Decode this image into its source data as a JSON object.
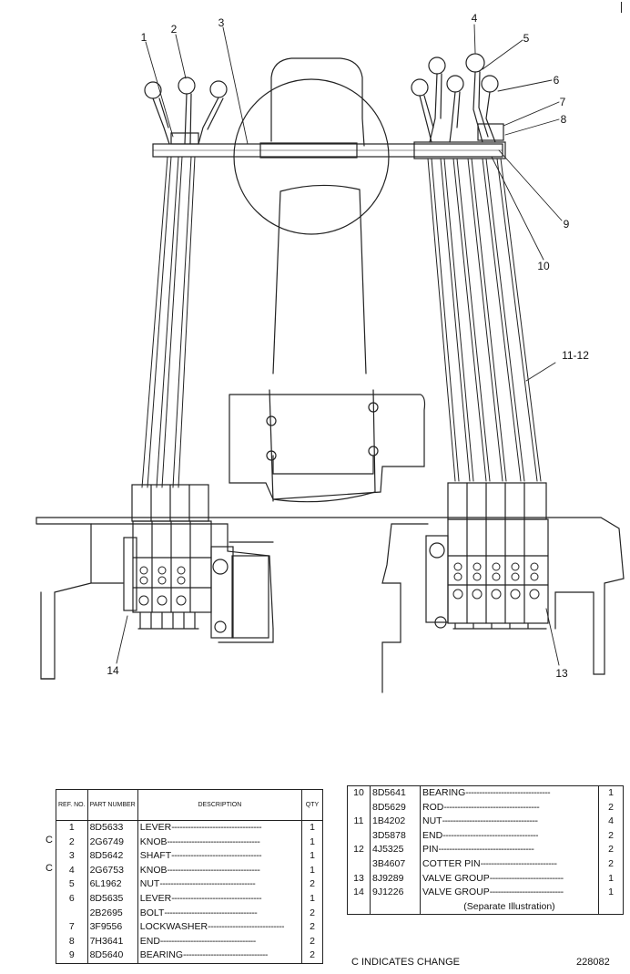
{
  "callouts": [
    {
      "id": "c1",
      "label": "1"
    },
    {
      "id": "c2",
      "label": "2"
    },
    {
      "id": "c3",
      "label": "3"
    },
    {
      "id": "c4",
      "label": "4"
    },
    {
      "id": "c5",
      "label": "5"
    },
    {
      "id": "c6",
      "label": "6"
    },
    {
      "id": "c7",
      "label": "7"
    },
    {
      "id": "c8",
      "label": "8"
    },
    {
      "id": "c9",
      "label": "9"
    },
    {
      "id": "c10",
      "label": "10"
    },
    {
      "id": "c1112",
      "label": "11-12"
    },
    {
      "id": "c13",
      "label": "13"
    },
    {
      "id": "c14",
      "label": "14"
    }
  ],
  "left_table": {
    "headers": {
      "ref": "REF. NO.",
      "part": "PART NUMBER",
      "desc": "DESCRIPTION",
      "qty": "QTY"
    },
    "rows": [
      {
        "ref": "1",
        "part": "8D5633",
        "desc": "LEVER",
        "qty": "1"
      },
      {
        "ref": "2",
        "part": "2G6749",
        "desc": "KNOB",
        "qty": "1",
        "change": "C"
      },
      {
        "ref": "3",
        "part": "8D5642",
        "desc": "SHAFT",
        "qty": "1"
      },
      {
        "ref": "4",
        "part": "2G6753",
        "desc": "KNOB",
        "qty": "1",
        "change": "C"
      },
      {
        "ref": "5",
        "part": "6L1962",
        "desc": "NUT",
        "qty": "2"
      },
      {
        "ref": "6",
        "part": "8D5635",
        "desc": "LEVER",
        "qty": "1"
      },
      {
        "ref": "",
        "part": "2B2695",
        "desc": "BOLT",
        "qty": "2"
      },
      {
        "ref": "7",
        "part": "3F9556",
        "desc": "LOCKWASHER",
        "qty": "2"
      },
      {
        "ref": "8",
        "part": "7H3641",
        "desc": "END",
        "qty": "2"
      },
      {
        "ref": "9",
        "part": "8D5640",
        "desc": "BEARING",
        "qty": "2"
      }
    ]
  },
  "right_table": {
    "rows": [
      {
        "ref": "10",
        "part": "8D5641",
        "desc": "BEARING",
        "qty": "1"
      },
      {
        "ref": "",
        "part": "8D5629",
        "desc": "ROD",
        "qty": "2"
      },
      {
        "ref": "11",
        "part": "1B4202",
        "desc": "NUT",
        "qty": "4"
      },
      {
        "ref": "",
        "part": "3D5878",
        "desc": "END",
        "qty": "2"
      },
      {
        "ref": "12",
        "part": "4J5325",
        "desc": "PIN",
        "qty": "2"
      },
      {
        "ref": "",
        "part": "3B4607",
        "desc": "COTTER PIN",
        "qty": "2"
      },
      {
        "ref": "13",
        "part": "8J9289",
        "desc": "VALVE GROUP",
        "qty": "1"
      },
      {
        "ref": "14",
        "part": "9J1226",
        "desc": "VALVE GROUP",
        "qty": "1"
      },
      {
        "ref": "",
        "part": "",
        "desc": "(Separate Illustration)",
        "qty": ""
      }
    ]
  },
  "legend": "C  INDICATES CHANGE",
  "illustration_number": "228082"
}
